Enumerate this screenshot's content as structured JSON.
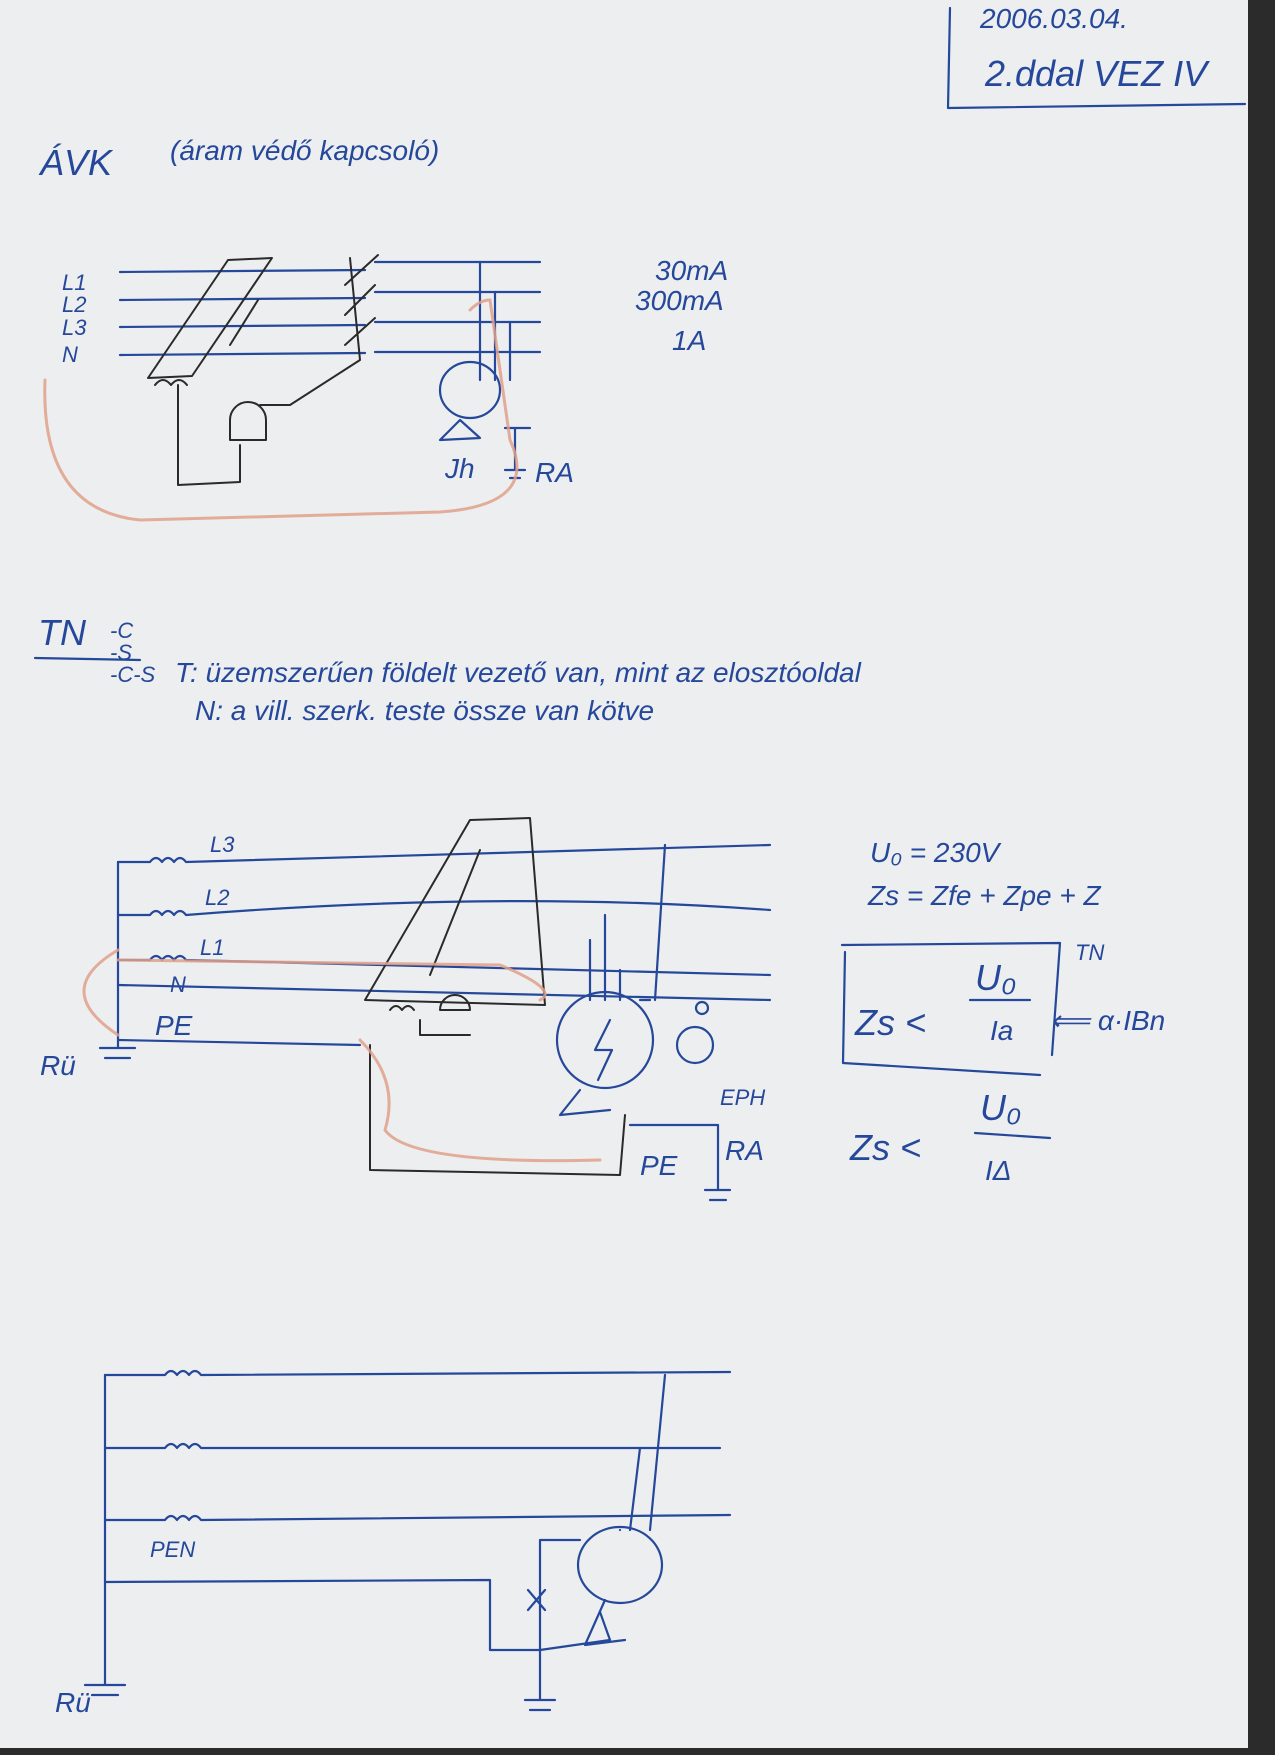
{
  "header": {
    "date": "2006.03.04.",
    "lecture": "2.ddal VEZ IV"
  },
  "section1": {
    "title": "ÁVK",
    "subtitle": "(áram védő kapcsoló)",
    "lines": [
      "L1",
      "L2",
      "L3",
      "N"
    ],
    "ratings": [
      "30mA",
      "300mA",
      "1A"
    ],
    "labels": {
      "current": "Jh",
      "resistance": "RA"
    }
  },
  "section2": {
    "title": "TN",
    "variants": [
      "-C",
      "-S",
      "-C-S"
    ],
    "note_t": "T: üzemszerűen földelt vezető van, mint az elosztóoldal",
    "note_n": "N: a vill. szerk. teste össze van kötve"
  },
  "diagram2": {
    "lines": [
      "L3",
      "L2",
      "L1",
      "N",
      "PE"
    ],
    "earth": "Rü",
    "eph": "EPH",
    "pe": "PE",
    "resistance": "RA"
  },
  "formulas": {
    "u0": "U₀ = 230V",
    "zs": "Zs = Zfe + Zpe + Z",
    "tn": "TN",
    "box_lhs": "Zs <",
    "box_num": "U₀",
    "box_den": "Ia",
    "arrow_note": "⟸ α·IBn",
    "f2_lhs": "Zs <",
    "f2_num": "U₀",
    "f2_den": "IΔ"
  },
  "diagram3": {
    "pen": "PEN",
    "earth": "Rü"
  }
}
